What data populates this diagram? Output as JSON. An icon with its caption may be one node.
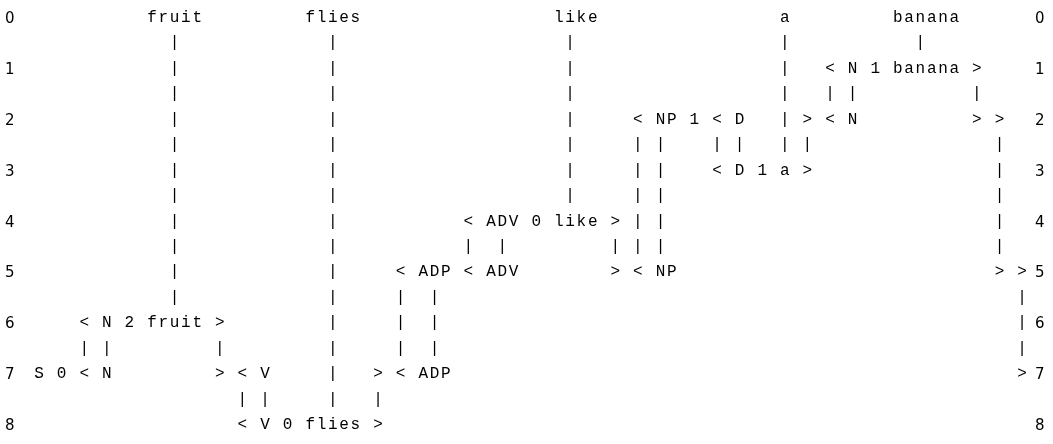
{
  "diagram": {
    "labels": [
      "0",
      "fruit",
      "flies",
      "like",
      "a",
      "banana",
      "0",
      "|",
      "|",
      "|",
      "|",
      "|",
      "1",
      "|",
      "|",
      "|",
      "|",
      "< N 1 banana >",
      "1",
      "|",
      "|",
      "|",
      "|",
      "| |",
      "|",
      "2",
      "|",
      "|",
      "|",
      "< NP 1 < D",
      "| > < N",
      "> >",
      "2",
      "|",
      "|",
      "|",
      "| |",
      "| |",
      "| |",
      "|",
      "3",
      "|",
      "|",
      "|",
      "| |",
      "< D 1 a >",
      "|",
      "3",
      "|",
      "|",
      "|",
      "| |",
      "|",
      "4",
      "|",
      "|",
      "< ADV 0 like >",
      "| |",
      "|",
      "4",
      "|",
      "|",
      "|",
      "|",
      "| | |",
      "|",
      "5",
      "|",
      "|",
      "< ADP < ADV",
      "> < NP",
      "> >",
      "5",
      "|",
      "|",
      "|",
      "|",
      "|",
      "6",
      "< N 2 fruit >",
      "|",
      "|",
      "|",
      "|",
      "6",
      "| |",
      "|",
      "|",
      "|",
      "|",
      "|",
      "7",
      "S 0 < N",
      "> < V",
      "|",
      "> < ADP",
      ">",
      "7",
      "| |",
      "|",
      "|",
      "8",
      "< V 0 flies >",
      "8"
    ]
  }
}
